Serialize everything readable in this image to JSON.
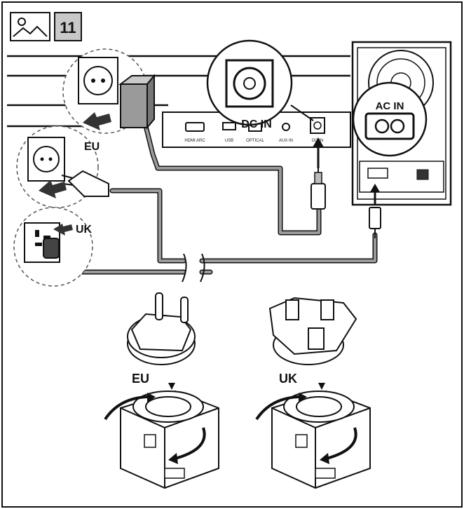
{
  "header": {
    "step_number": "11",
    "icon": "image-icon"
  },
  "labels": {
    "dc_in": "DC IN",
    "ac_in": "AC IN",
    "eu_top": "EU",
    "uk_top": "UK",
    "eu_bottom": "EU",
    "uk_bottom": "UK"
  },
  "ports": [
    "HDMI ARC",
    "USB",
    "OPTICAL",
    "AUX IN",
    "DC IN"
  ],
  "colors": {
    "stroke": "#111111",
    "cable": "#8a8a8a",
    "fill": "#ffffff",
    "gray": "#b5b5b5",
    "badge": "#c8c8c8"
  }
}
